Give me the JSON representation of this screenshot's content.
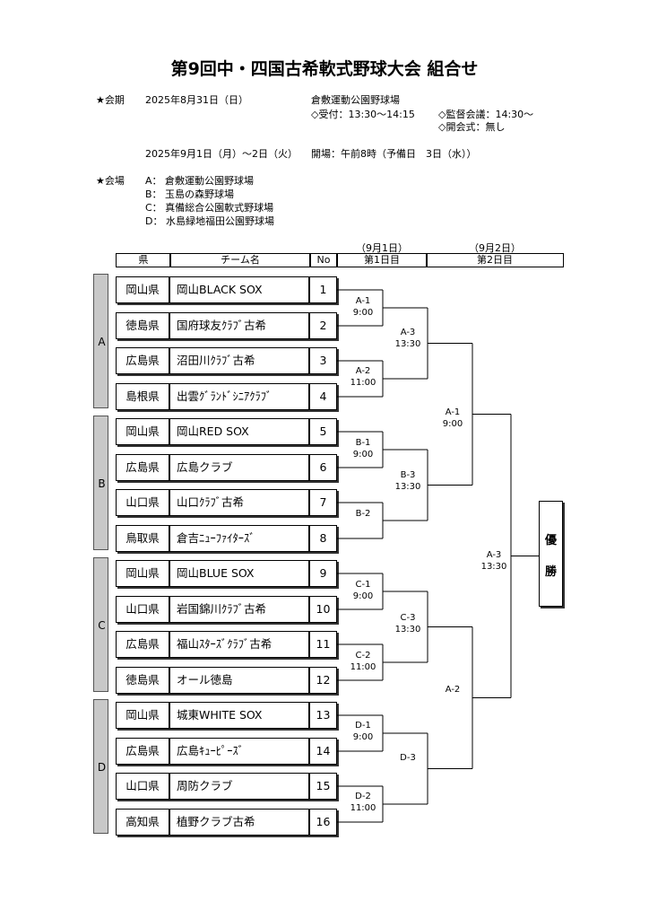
{
  "title": "第9回中・四国古希軟式野球大会 組合せ",
  "schedule": {
    "period_label": "★会期",
    "period_date": "2025年8月31日（日）",
    "meeting_venue": "倉敷運動公園野球場",
    "reception": "◇受付：13:30～14:15",
    "manager_meeting": "◇監督会議：14:30～",
    "opening": "◇開会式：無し",
    "match_dates": "2025年9月1日（月）～2日（火）",
    "opening_time": "開場：午前8時（予備日　3日（水））"
  },
  "venues": {
    "label": "★会場",
    "items": [
      {
        "code": "A：",
        "name": "倉敷運動公園野球場"
      },
      {
        "code": "B：",
        "name": "玉島の森野球場"
      },
      {
        "code": "C：",
        "name": "真備総合公園軟式野球場"
      },
      {
        "code": "D：",
        "name": "水島緑地福田公園野球場"
      }
    ]
  },
  "table_header": {
    "pref": "県",
    "team": "チーム名",
    "no": "No",
    "day1_date": "（9月1日）",
    "day1": "第1日目",
    "day2_date": "（9月2日）",
    "day2": "第2日目"
  },
  "blocks": [
    "A",
    "B",
    "C",
    "D"
  ],
  "teams": [
    {
      "pref": "岡山県",
      "name": "岡山BLACK SOX",
      "no": "1"
    },
    {
      "pref": "徳島県",
      "name": "国府球友ｸﾗﾌﾞ古希",
      "no": "2"
    },
    {
      "pref": "広島県",
      "name": "沼田川ｸﾗﾌﾞ古希",
      "no": "3"
    },
    {
      "pref": "島根県",
      "name": "出雲ｸﾞﾗﾝﾄﾞｼﾆｱｸﾗﾌﾞ",
      "no": "4"
    },
    {
      "pref": "岡山県",
      "name": "岡山RED SOX",
      "no": "5"
    },
    {
      "pref": "広島県",
      "name": "広島クラブ",
      "no": "6"
    },
    {
      "pref": "山口県",
      "name": "山口ｸﾗﾌﾞ古希",
      "no": "7"
    },
    {
      "pref": "鳥取県",
      "name": "倉吉ﾆｭｰﾌｧｲﾀｰｽﾞ",
      "no": "8"
    },
    {
      "pref": "岡山県",
      "name": "岡山BLUE SOX",
      "no": "9"
    },
    {
      "pref": "山口県",
      "name": "岩国錦川ｸﾗﾌﾞ古希",
      "no": "10"
    },
    {
      "pref": "広島県",
      "name": "福山ｽﾀｰｽﾞｸﾗﾌﾞ古希",
      "no": "11"
    },
    {
      "pref": "徳島県",
      "name": "オール徳島",
      "no": "12"
    },
    {
      "pref": "岡山県",
      "name": "城東WHITE SOX",
      "no": "13"
    },
    {
      "pref": "広島県",
      "name": "広島ｷｭｰﾋﾟｰｽﾞ",
      "no": "14"
    },
    {
      "pref": "山口県",
      "name": "周防クラブ",
      "no": "15"
    },
    {
      "pref": "高知県",
      "name": "植野クラブ古希",
      "no": "16"
    }
  ],
  "games": {
    "r1": [
      {
        "code": "A-1",
        "time": "9:00"
      },
      {
        "code": "A-2",
        "time": "11:00"
      },
      {
        "code": "B-1",
        "time": "9:00"
      },
      {
        "code": "B-2",
        "time": ""
      },
      {
        "code": "C-1",
        "time": "9:00"
      },
      {
        "code": "C-2",
        "time": "11:00"
      },
      {
        "code": "D-1",
        "time": "9:00"
      },
      {
        "code": "D-2",
        "time": "11:00"
      }
    ],
    "r2": [
      {
        "code": "A-3",
        "time": "13:30"
      },
      {
        "code": "B-3",
        "time": "13:30"
      },
      {
        "code": "C-3",
        "time": "13:30"
      },
      {
        "code": "D-3",
        "time": ""
      }
    ],
    "semi": [
      {
        "code": "A-1",
        "time": "9:00"
      },
      {
        "code": "A-2",
        "time": ""
      }
    ],
    "final": {
      "code": "A-3",
      "time": "13:30"
    }
  },
  "winner": {
    "line1": "優",
    "line2": "勝"
  }
}
